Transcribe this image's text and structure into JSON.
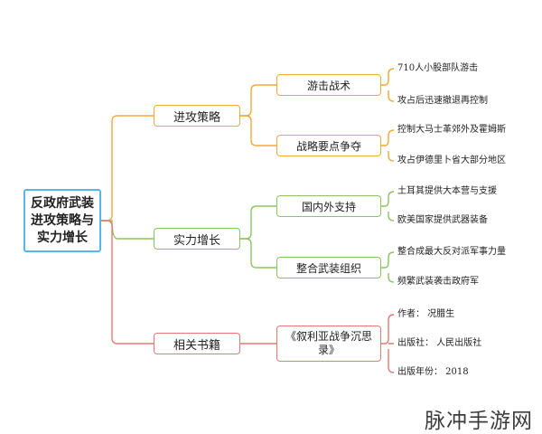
{
  "root": {
    "lines": [
      "反政府武装",
      "进攻策略与",
      "实力增长"
    ]
  },
  "branches": [
    {
      "label": "进攻策略",
      "color": "#f0a93b",
      "children": [
        {
          "label": "游击战术",
          "leaves": [
            "710人小股部队游击",
            "攻占后迅速撤退再控制"
          ]
        },
        {
          "label": "战略要点争夺",
          "leaves": [
            "控制大马士革郊外及霍姆斯",
            "攻占伊德里卜省大部分地区"
          ]
        }
      ]
    },
    {
      "label": "实力增长",
      "color": "#8cc55f",
      "children": [
        {
          "label": "国内外支持",
          "leaves": [
            "土耳其提供大本营与支援",
            "欧美国家提供武器装备"
          ]
        },
        {
          "label": "整合武装组织",
          "leaves": [
            "整合成最大反对派军事力量",
            "频繁武装袭击政府军"
          ]
        }
      ]
    },
    {
      "label": "相关书籍",
      "color": "#e67a72",
      "children": [
        {
          "label_lines": [
            "《叙利亚战争沉思",
            "录》"
          ],
          "leaves": [
            "作者：  况腊生",
            "出版社：  人民出版社",
            "出版年份：  2018"
          ]
        }
      ]
    }
  ],
  "watermark": "脉冲手游网"
}
